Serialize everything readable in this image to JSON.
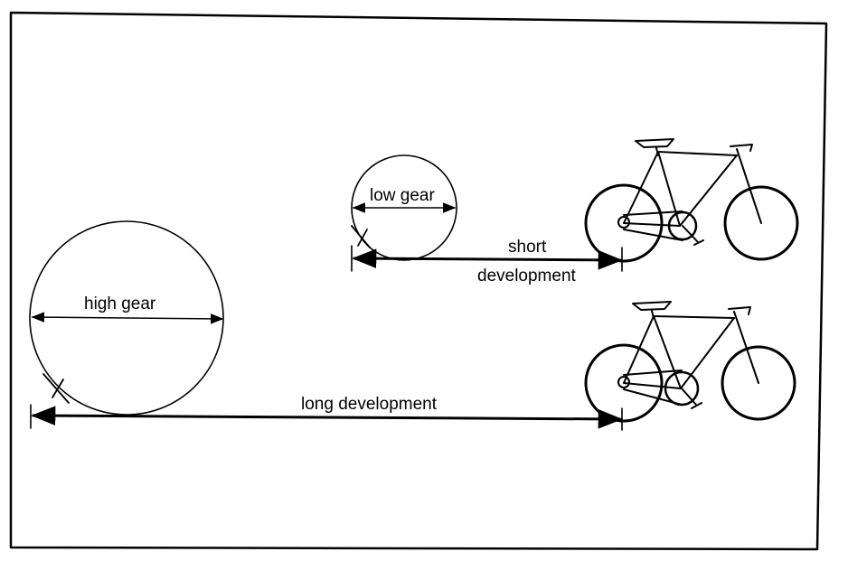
{
  "labels": {
    "low_gear": "low gear",
    "short": "short",
    "development": "development",
    "high_gear": "high gear",
    "long_development": "long development"
  },
  "colors": {
    "ink": "#000000",
    "paper": "#ffffff"
  }
}
